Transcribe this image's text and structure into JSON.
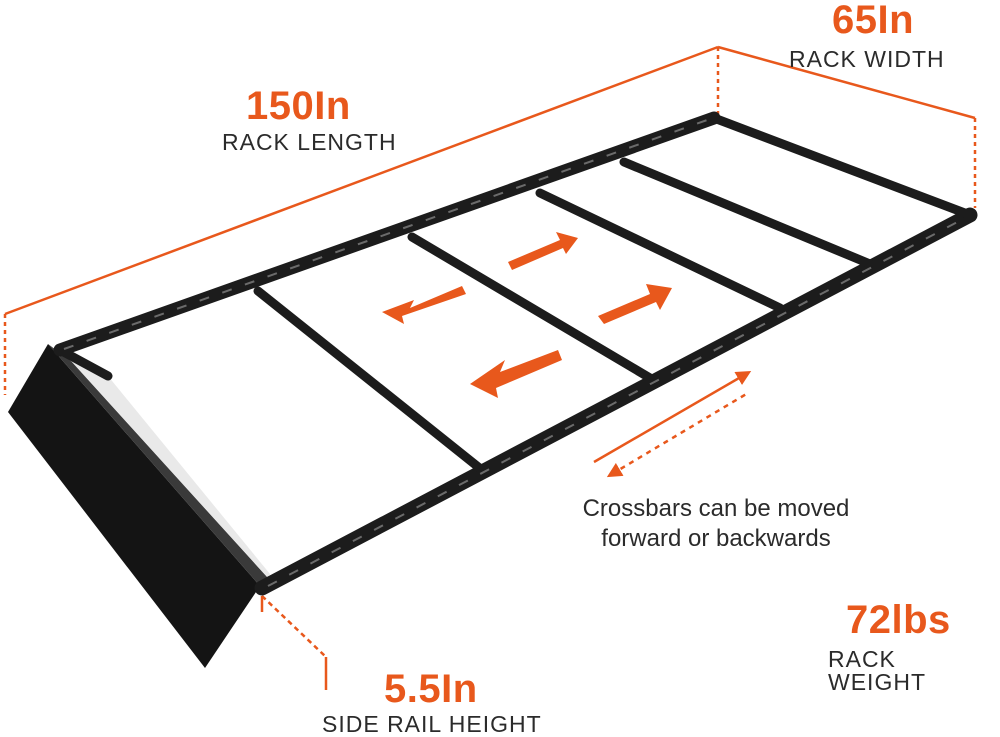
{
  "specs": {
    "length": {
      "value": "150In",
      "label": "RACK LENGTH"
    },
    "width": {
      "value": "65In",
      "label": "RACK WIDTH"
    },
    "rail_height": {
      "value": "5.5In",
      "label": "SIDE RAIL HEIGHT"
    },
    "weight": {
      "value": "72lbs",
      "label": "RACK WEIGHT"
    }
  },
  "note": {
    "line1": "Crossbars can be moved",
    "line2": "forward or backwards"
  },
  "colors": {
    "accent": "#e8581c",
    "rack": "#1c1c1c",
    "text": "#2b2b2b"
  }
}
